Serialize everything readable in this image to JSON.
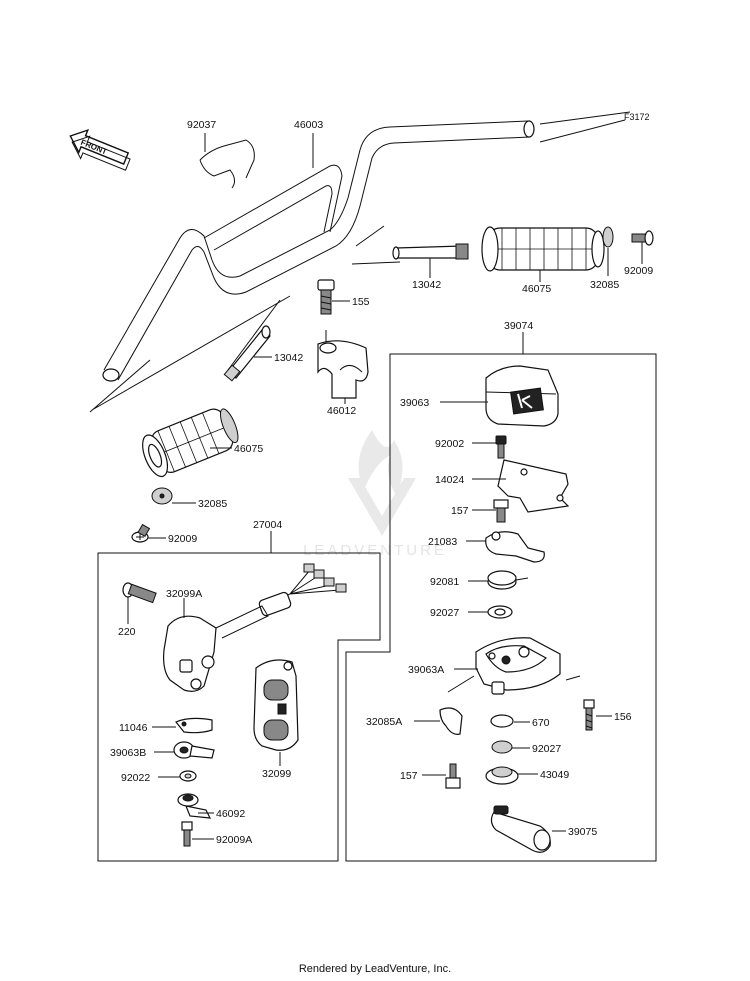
{
  "figure_code": "F3172",
  "front_label": "FRONT",
  "watermark": "LEADVENTURE",
  "footer": "Rendered by LeadVenture, Inc.",
  "parts": [
    {
      "id": "p0",
      "number": "92037"
    },
    {
      "id": "p1",
      "number": "46003"
    },
    {
      "id": "p2",
      "number": "13042"
    },
    {
      "id": "p3",
      "number": "46075"
    },
    {
      "id": "p4",
      "number": "32085"
    },
    {
      "id": "p5",
      "number": "92009"
    },
    {
      "id": "p6",
      "number": "155"
    },
    {
      "id": "p7",
      "number": "46012"
    },
    {
      "id": "p8",
      "number": "13042"
    },
    {
      "id": "p9",
      "number": "46075"
    },
    {
      "id": "p10",
      "number": "32085"
    },
    {
      "id": "p11",
      "number": "92009"
    },
    {
      "id": "p12",
      "number": "39074"
    },
    {
      "id": "p13",
      "number": "39063"
    },
    {
      "id": "p14",
      "number": "92002"
    },
    {
      "id": "p15",
      "number": "14024"
    },
    {
      "id": "p16",
      "number": "157"
    },
    {
      "id": "p17",
      "number": "21083"
    },
    {
      "id": "p18",
      "number": "92081"
    },
    {
      "id": "p19",
      "number": "92027"
    },
    {
      "id": "p20",
      "number": "39063A"
    },
    {
      "id": "p21",
      "number": "156"
    },
    {
      "id": "p22",
      "number": "32085A"
    },
    {
      "id": "p23",
      "number": "670"
    },
    {
      "id": "p24",
      "number": "92027"
    },
    {
      "id": "p25",
      "number": "157"
    },
    {
      "id": "p26",
      "number": "43049"
    },
    {
      "id": "p27",
      "number": "39075"
    },
    {
      "id": "p28",
      "number": "27004"
    },
    {
      "id": "p29",
      "number": "32099A"
    },
    {
      "id": "p30",
      "number": "220"
    },
    {
      "id": "p31",
      "number": "11046"
    },
    {
      "id": "p32",
      "number": "39063B"
    },
    {
      "id": "p33",
      "number": "92022"
    },
    {
      "id": "p34",
      "number": "46092"
    },
    {
      "id": "p35",
      "number": "92009A"
    },
    {
      "id": "p36",
      "number": "32099"
    }
  ]
}
